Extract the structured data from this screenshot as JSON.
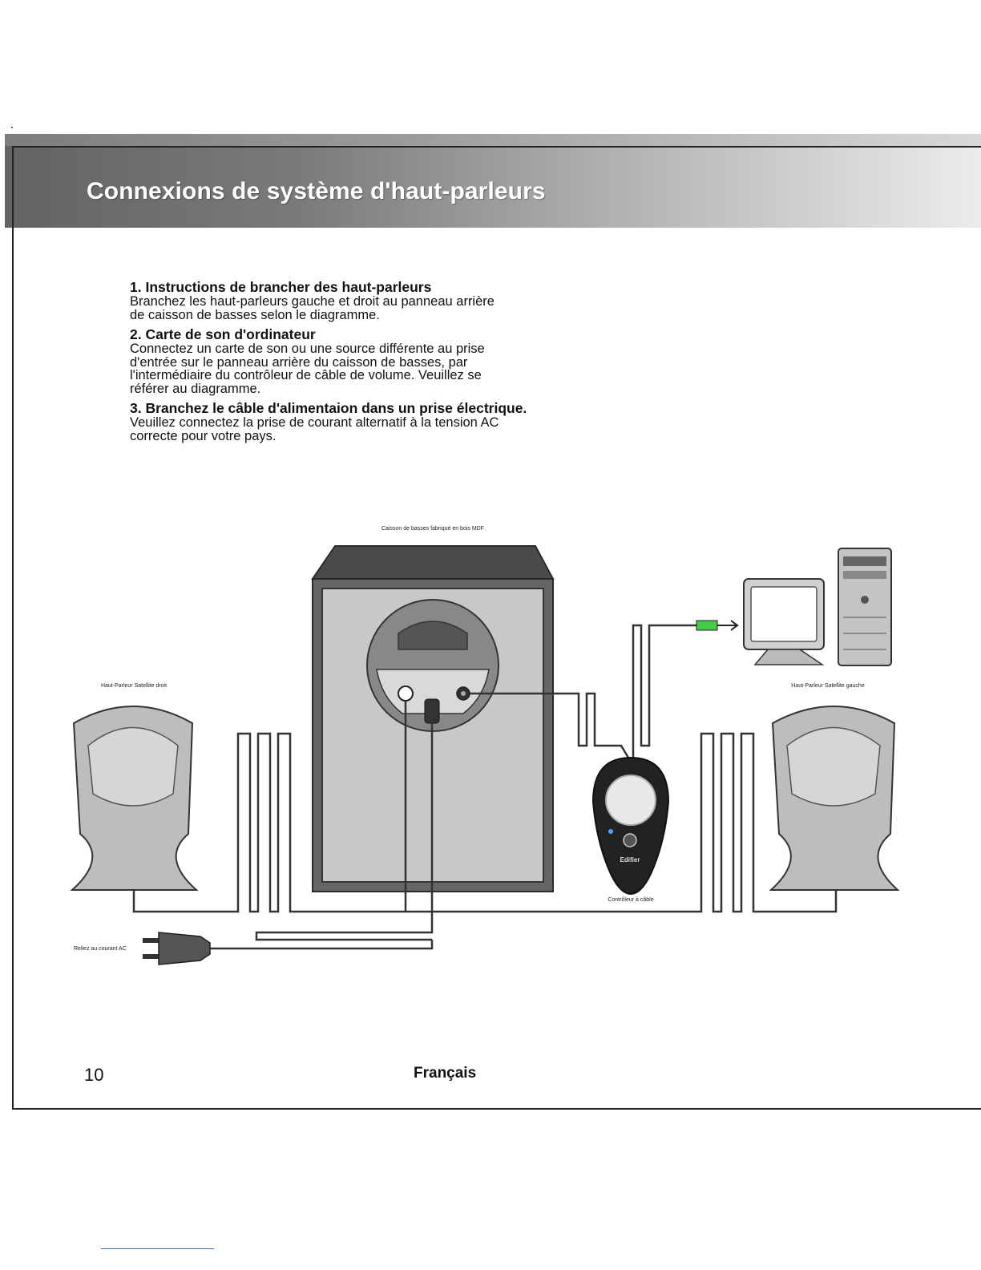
{
  "header": {
    "title": "Connexions de système d'haut-parleurs"
  },
  "instructions": [
    {
      "heading": "1. Instructions de brancher des haut-parleurs",
      "body": "Branchez les haut-parleurs gauche et droit au panneau arrière\nde caisson de basses selon le diagramme."
    },
    {
      "heading": "2. Carte de son d'ordinateur",
      "body": "Connectez un carte de son ou une source différente au prise\nd'entrée sur le panneau arrière du caisson de basses, par\nl'intermédiaire du contrôleur de câble de volume. Veuillez se\nréférer au diagramme."
    },
    {
      "heading": "3. Branchez le câble d'alimentaion dans un prise électrique.",
      "body": "Veuillez connectez la prise de courant alternatif à la tension AC\ncorrecte pour votre pays."
    }
  ],
  "diagram": {
    "subwoofer_label": "Caisson de basses fabriqué en bois MDF",
    "right_satellite_label": "Haut-Parleur Satellite droit",
    "left_satellite_label": "Haut-Parleur Satellite gauche",
    "controller_label": "Contrôleur à câble",
    "ac_label": "Reliez au courant AC",
    "controller_brand": "Edifier"
  },
  "footer": {
    "page_number": "10",
    "language": "Français"
  }
}
